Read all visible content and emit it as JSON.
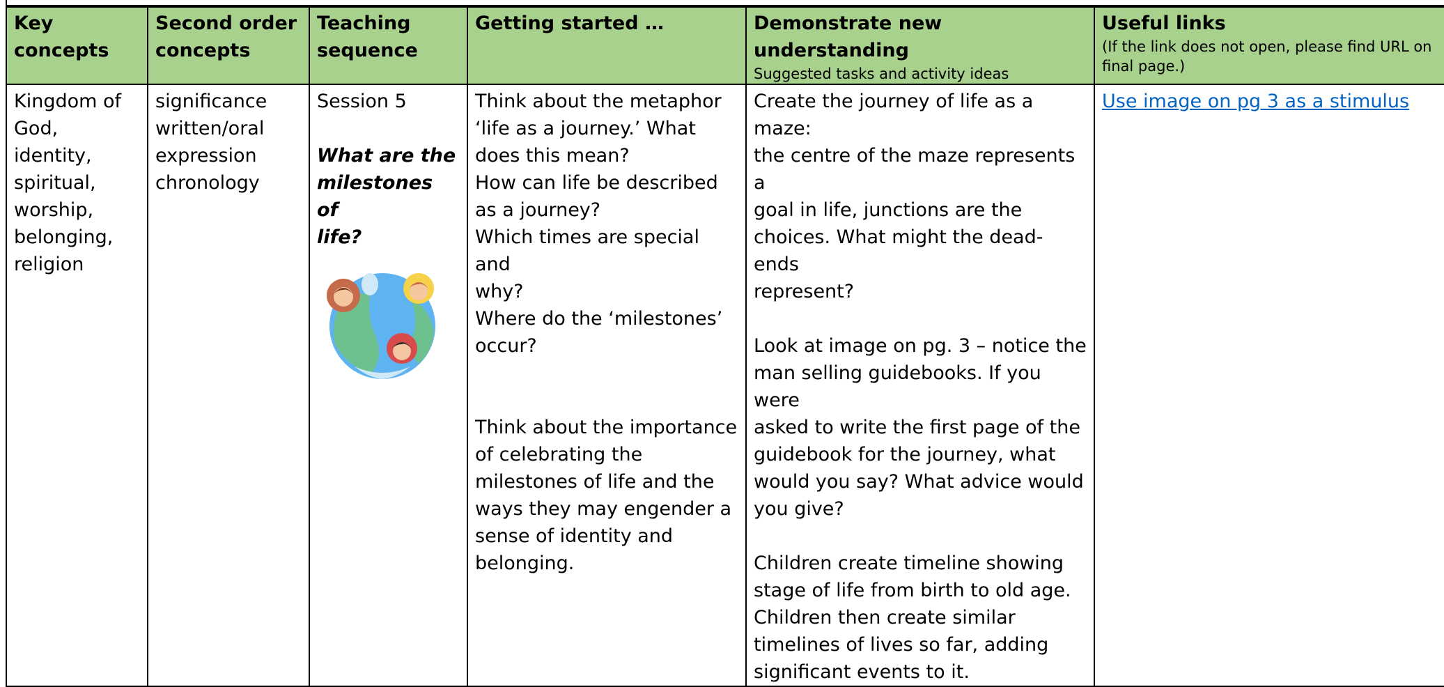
{
  "table": {
    "headers": [
      {
        "title": "Key concepts",
        "subtitle": ""
      },
      {
        "title": "Second order concepts",
        "subtitle": ""
      },
      {
        "title": "Teaching sequence",
        "subtitle": ""
      },
      {
        "title": "Getting started …",
        "subtitle": ""
      },
      {
        "title": "Demonstrate new understanding",
        "subtitle": "Suggested tasks and activity ideas"
      },
      {
        "title": "Useful links",
        "subtitle": "(If the link does not open, please find URL on final page.)"
      }
    ],
    "key_concepts": [
      "Kingdom of",
      "God,",
      "identity,",
      "spiritual,",
      "worship,",
      "belonging,",
      "religion"
    ],
    "second_order": [
      "significance",
      "written/oral",
      "expression",
      "chronology"
    ],
    "teaching": {
      "session": "Session 5",
      "question": [
        "What are the",
        "milestones of",
        "life?"
      ],
      "image_icon": "globe-people-icon"
    },
    "getting_started": {
      "para1": [
        "Think about the metaphor",
        "‘life as a journey.’ What",
        "does this mean?",
        "How can life be described",
        "as a journey?",
        "Which times are special and",
        "why?",
        "Where do the ‘milestones’",
        "occur?"
      ],
      "para2": [
        "Think about the importance",
        "of celebrating the",
        "milestones of life and the",
        "ways they may engender a",
        "sense of identity and",
        "belonging."
      ]
    },
    "demonstrate": {
      "para1": [
        "Create the journey of life as a maze:",
        "the centre of the maze represents a",
        "goal in life, junctions are the",
        "choices. What might the dead-ends",
        "represent?"
      ],
      "para2": [
        "Look at image on pg. 3 – notice the",
        "man selling guidebooks. If you were",
        "asked to write the first page of the",
        "guidebook for the journey, what",
        "would you say? What advice would",
        "you give?"
      ],
      "para3": [
        "Children create timeline showing",
        "stage of life from birth to old age.",
        "Children then create similar",
        "timelines of lives so far, adding",
        "significant events to it."
      ]
    },
    "links": {
      "link1": "Use image on pg 3 as a stimulus",
      "link_color": "#0563c1"
    },
    "header_color": "#a9d18e"
  }
}
